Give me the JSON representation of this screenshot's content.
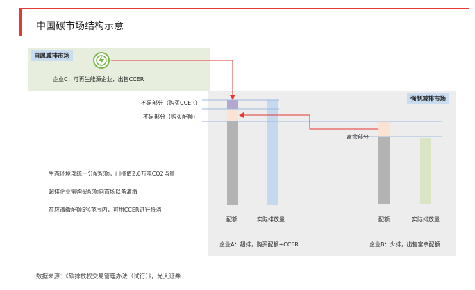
{
  "title": "中国碳市场结构示意",
  "voluntary_market": {
    "tag": "自愿减排市场",
    "company_c": "企业C：可再生能源企业，出售CCER"
  },
  "mandatory_market": {
    "tag": "强制减排市场"
  },
  "labels": {
    "shortfall_ccer": "不足部分（购买CCER）",
    "shortfall_quota": "不足部分（购买配额）",
    "surplus": "富余部分",
    "quota_a": "配额",
    "actual_a": "实际排放量",
    "quota_b": "配额",
    "actual_b": "实际排放量",
    "company_a": "企业A：超排，购买配额+CCER",
    "company_b": "企业B：少排，出售富余配额"
  },
  "notes": [
    "生态环境部统一分配配额，门槛值2.6万吨CO2当量",
    "超排企业需购买配额向市场以备清缴",
    "在应清缴配额5%范围内，可用CCER进行抵消"
  ],
  "source": "数据来源：《碳排放权交易管理办法（试行）》，光大证券",
  "colors": {
    "accent_red": "#e53935",
    "quota_bar": "#b3b3b3",
    "actual_a_bar": "#c6d8ee",
    "actual_b_bar": "#dae5c6",
    "ccer_block": "#b4a7cf",
    "quota_block": "#fbe3d3",
    "guide_line": "#9db9e0"
  }
}
